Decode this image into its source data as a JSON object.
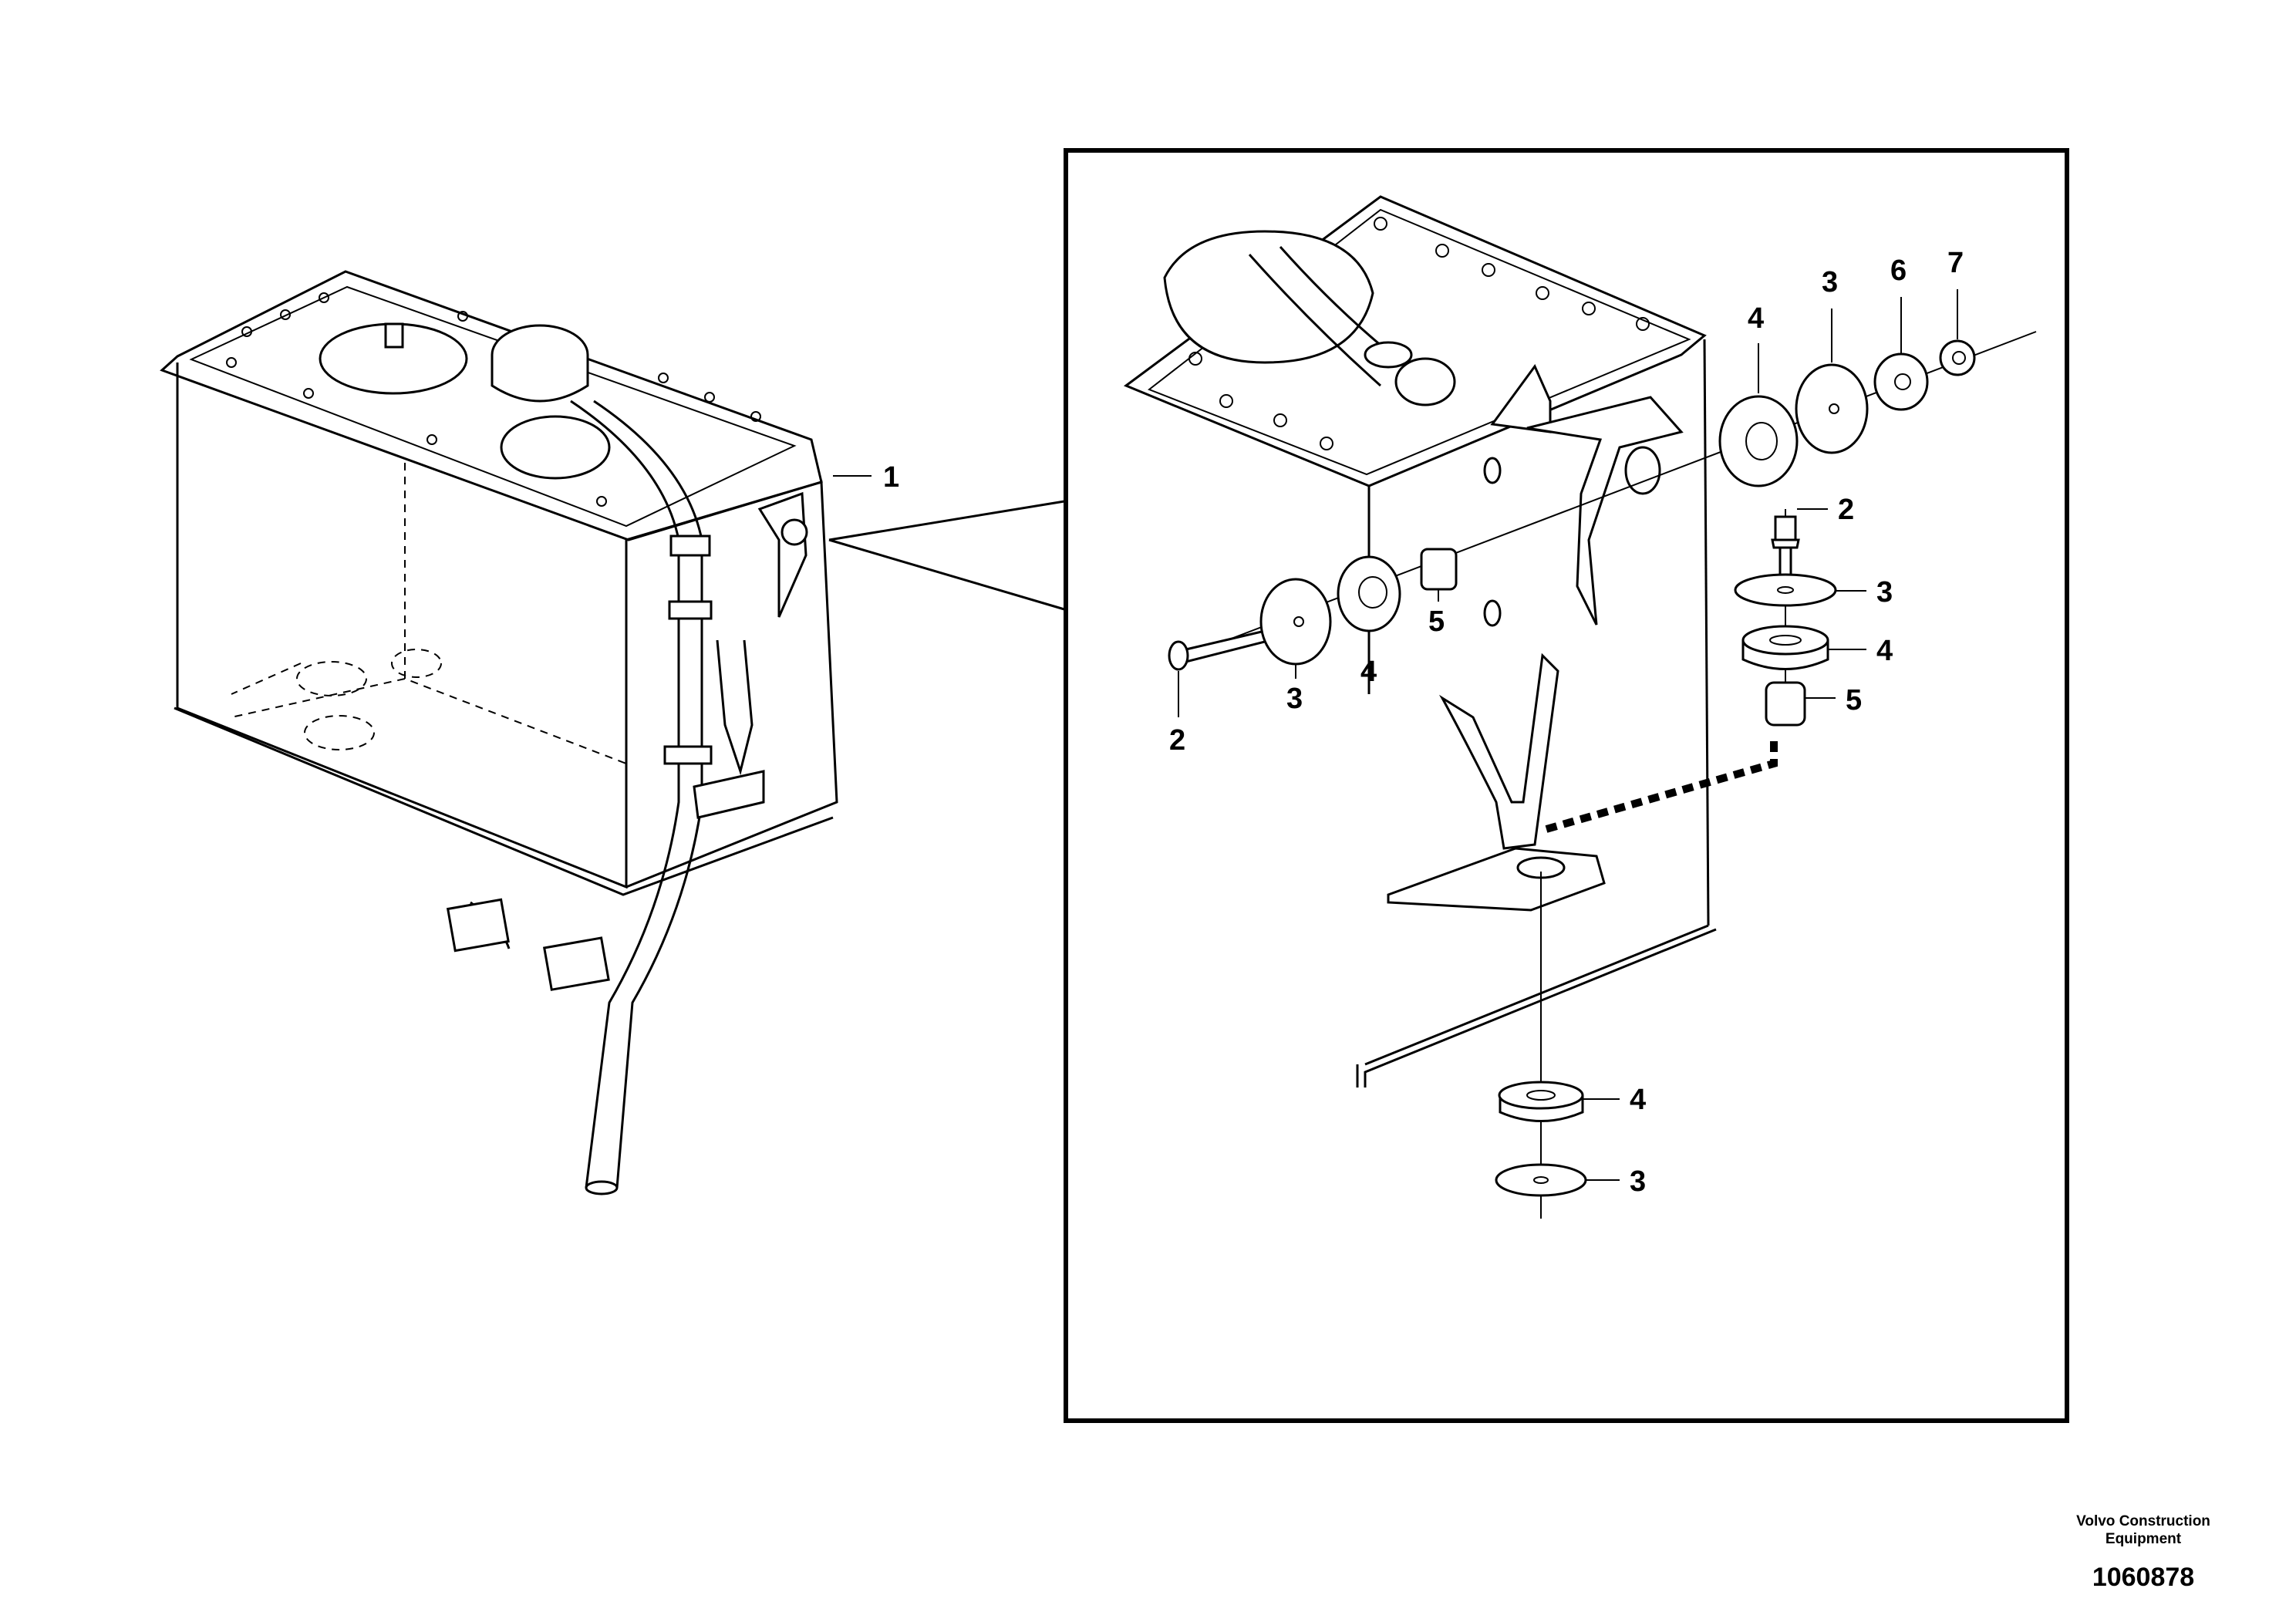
{
  "callouts": [
    "1",
    "2",
    "3",
    "4",
    "5",
    "6",
    "7"
  ],
  "footer": {
    "brand": "Volvo Construction Equipment",
    "drawing_number": "1060878"
  }
}
